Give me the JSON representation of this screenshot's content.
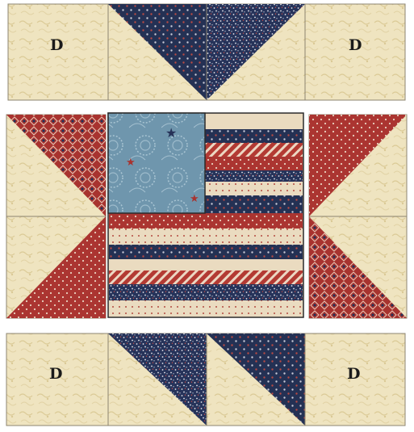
{
  "labels": {
    "top_left": "D",
    "top_right": "D",
    "bottom_left": "D",
    "bottom_right": "D"
  },
  "colors": {
    "cream": "#efe4c0",
    "cream_dark": "#e1d3a7",
    "navy": "#243154",
    "navy_dot": "#c9c9d6",
    "red": "#a8332f",
    "red_dot": "#e7c9b5",
    "blue_canton": "#6f96ad",
    "seam": "#8c8470",
    "border": "#2b2b2b"
  }
}
